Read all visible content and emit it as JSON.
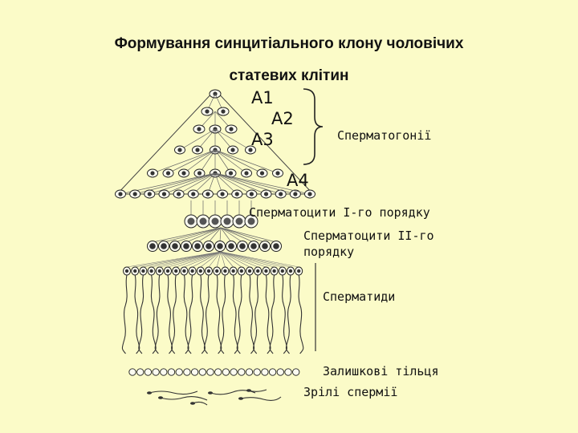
{
  "title": {
    "line1": "Формування синцитіального клону чоловічих",
    "line2": "статевих клітин"
  },
  "stages": {
    "a1": "A1",
    "a2": "A2",
    "a3": "A3",
    "a4": "A4"
  },
  "labels": {
    "spermatogonia": "Сперматогонії",
    "spermatocytes_1": "Сперматоцити I-го порядку",
    "spermatocytes_2_line1": "Сперматоцити II-го",
    "spermatocytes_2_line2": "порядку",
    "spermatids": "Сперматиди",
    "residual_bodies": "Залишкові тільця",
    "mature_sperm": "Зрілі спермії"
  },
  "colors": {
    "background": "#fbfbc8",
    "ink": "#222222"
  }
}
